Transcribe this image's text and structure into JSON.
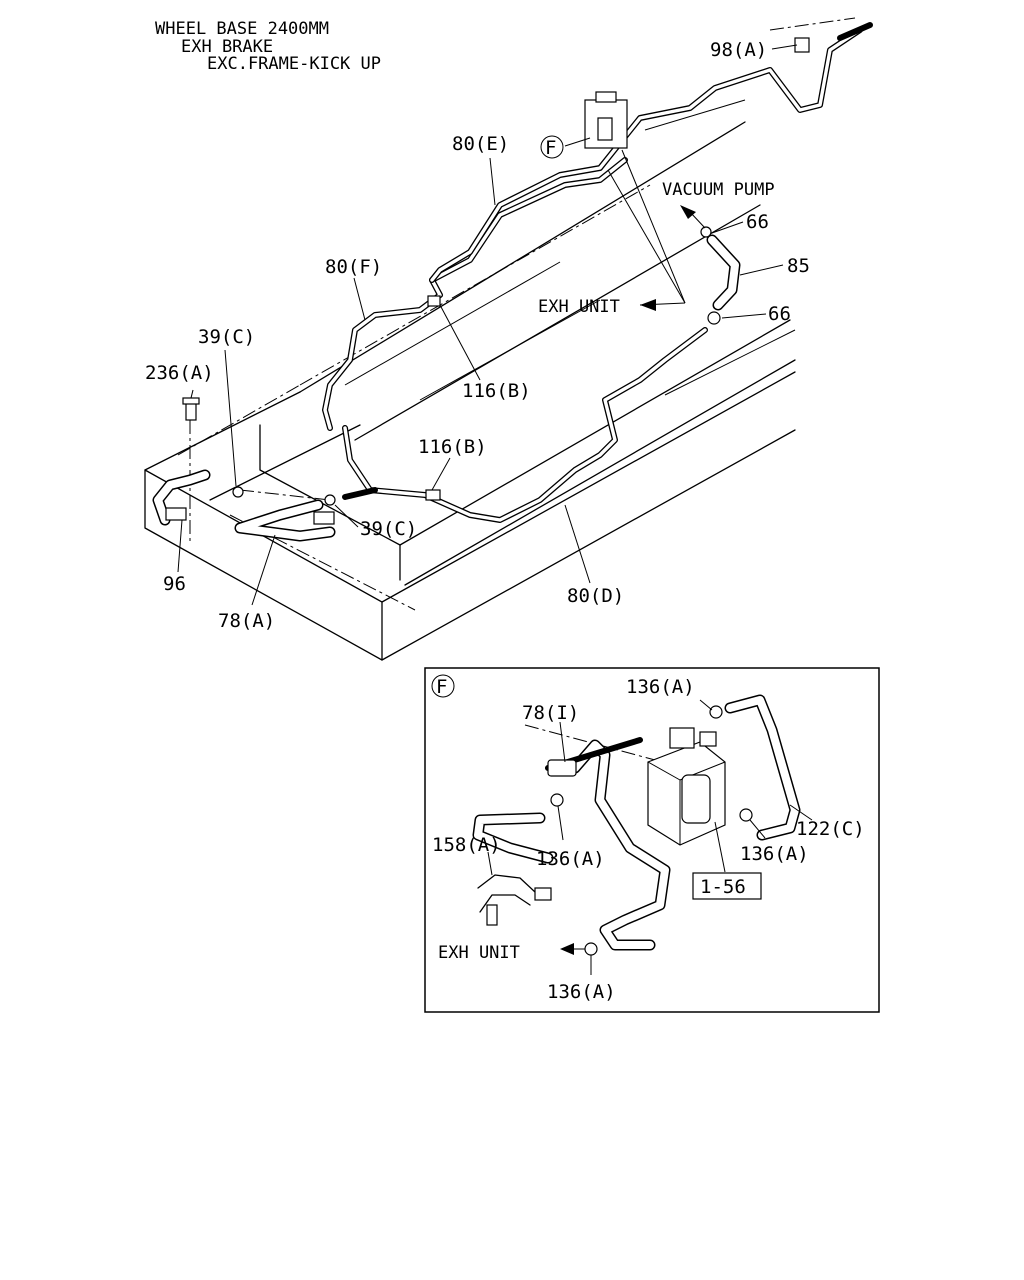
{
  "header": {
    "line1": "WHEEL BASE 2400MM",
    "line2": "EXH BRAKE",
    "line3": "EXC.FRAME-KICK UP"
  },
  "callouts": {
    "c98a": "98(A)",
    "c80e": "80(E)",
    "cF": "F",
    "vacuum_pump": "VACUUM PUMP",
    "c66_top": "66",
    "c85": "85",
    "c66_mid": "66",
    "exh_unit_main": "EXH UNIT",
    "c80f": "80(F)",
    "c39c_top": "39(C)",
    "c236a": "236(A)",
    "c116b_top": "116(B)",
    "c116b_mid": "116(B)",
    "c39c_mid": "39(C)",
    "c96": "96",
    "c78a": "78(A)",
    "c80d": "80(D)"
  },
  "detail": {
    "marker": "F",
    "c136a_top": "136(A)",
    "c78i": "78(I)",
    "c158a": "158(A)",
    "c136a_left": "136(A)",
    "c136a_right": "136(A)",
    "c122c": "122(C)",
    "c1_56": "1-56",
    "exh_unit": "EXH UNIT",
    "c136a_bottom": "136(A)"
  }
}
